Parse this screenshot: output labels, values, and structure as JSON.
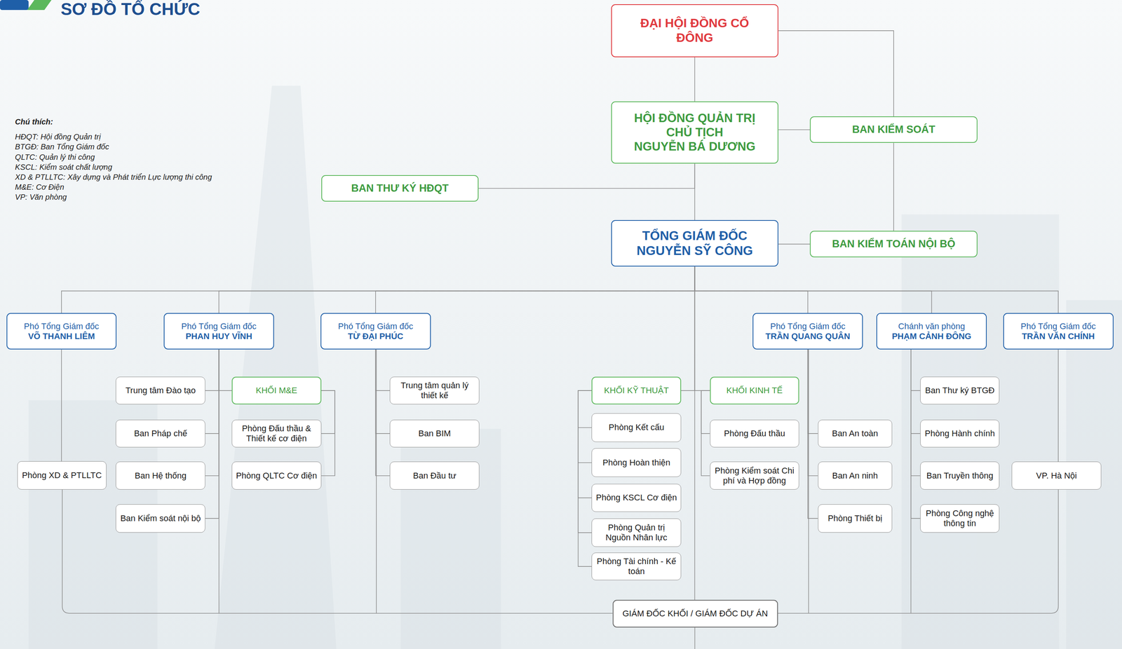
{
  "diagram": {
    "title": "SƠ ĐỒ TỔ CHỨC",
    "nodes": [
      {
        "text": [
          "ĐẠI HỘI ĐỒNG CỔ ĐÔNG"
        ]
      },
      {
        "text": [
          "HỘI ĐỒNG QUẢN TRỊ",
          "CHỦ TỊCH",
          "NGUYỄN BÁ DƯƠNG"
        ]
      },
      {
        "text": [
          "BAN KIỂM SOÁT"
        ]
      },
      {
        "text": [
          "BAN THƯ KÝ HĐQT"
        ]
      },
      {
        "text": [
          "TỔNG GIÁM ĐỐC",
          "NGUYỄN SỸ CÔNG"
        ]
      },
      {
        "text": [
          "BAN KIỂM TOÁN NỘI BỘ"
        ]
      },
      {
        "text": [
          "Phó Tổng Giám đốc",
          "VÕ THANH LIÊM"
        ]
      },
      {
        "text": [
          "Phó Tổng Giám đốc",
          "PHAN HUY VĨNH"
        ]
      },
      {
        "text": [
          "Phó Tổng Giám đốc",
          "TỪ ĐẠI PHÚC"
        ]
      },
      {
        "text": [
          "Phó Tổng Giám đốc",
          "TRẦN QUANG QUÂN"
        ]
      },
      {
        "text": [
          "Chánh văn phòng",
          "PHẠM CẢNH ĐÔNG"
        ]
      },
      {
        "text": [
          "Phó Tổng Giám đốc",
          "TRẦN VĂN CHÍNH"
        ]
      },
      {
        "text": [
          "Phòng XD & PTLLTC"
        ]
      },
      {
        "text": [
          "Trung tâm Đào tạo"
        ]
      },
      {
        "text": [
          "Ban Pháp chế"
        ]
      },
      {
        "text": [
          "Ban Hệ thống"
        ]
      },
      {
        "text": [
          "Ban Kiểm soát nội bộ"
        ]
      },
      {
        "text": [
          "KHỐI M&E"
        ]
      },
      {
        "text": [
          "Phòng Đấu thầu & Thiết kế cơ điện"
        ]
      },
      {
        "text": [
          "Phòng QLTC Cơ điện"
        ]
      },
      {
        "text": [
          "Trung tâm quản lý thiết kế"
        ]
      },
      {
        "text": [
          "Ban BIM"
        ]
      },
      {
        "text": [
          "Ban Đầu tư"
        ]
      },
      {
        "text": [
          "KHỐI KỸ THUẬT"
        ]
      },
      {
        "text": [
          "Phòng Kết cấu"
        ]
      },
      {
        "text": [
          "Phòng Hoàn thiện"
        ]
      },
      {
        "text": [
          "Phòng KSCL Cơ điện"
        ]
      },
      {
        "text": [
          "Phòng Quản trị Nguồn Nhân lực"
        ]
      },
      {
        "text": [
          "Phòng Tài chính - Kế toán"
        ]
      },
      {
        "text": [
          "KHỐI KINH TẾ"
        ]
      },
      {
        "text": [
          "Phòng Đấu thầu"
        ]
      },
      {
        "text": [
          "Phòng Kiểm soát Chi phí và Hợp đồng"
        ]
      },
      {
        "text": [
          "Ban An toàn"
        ]
      },
      {
        "text": [
          "Ban An ninh"
        ]
      },
      {
        "text": [
          "Phòng Thiết bị"
        ]
      },
      {
        "text": [
          "Ban Thư ký BTGĐ"
        ]
      },
      {
        "text": [
          "Phòng Hành chính"
        ]
      },
      {
        "text": [
          "Ban Truyền thông"
        ]
      },
      {
        "text": [
          "Phòng Công nghệ thông tin"
        ]
      },
      {
        "text": [
          "VP. Hà Nội"
        ]
      },
      {
        "text": [
          "GIÁM ĐỐC KHỐI / GIÁM ĐỐC DỰ ÁN"
        ]
      }
    ],
    "edges": [
      {
        "from": 0,
        "to": 1,
        "arrow": "none"
      },
      {
        "from": 0,
        "to": 2,
        "arrow": "none"
      },
      {
        "from": 1,
        "to": 2,
        "arrow": "none"
      },
      {
        "from": 1,
        "to": 3,
        "arrow": "none"
      },
      {
        "from": 1,
        "to": 4,
        "arrow": "none"
      },
      {
        "from": 2,
        "to": 5,
        "arrow": "none"
      },
      {
        "from": 4,
        "to": 5,
        "arrow": "none"
      },
      {
        "from": 4,
        "to": 6,
        "arrow": "none"
      },
      {
        "from": 4,
        "to": 7,
        "arrow": "none"
      },
      {
        "from": 4,
        "to": 8,
        "arrow": "none"
      },
      {
        "from": 4,
        "to": 9,
        "arrow": "none"
      },
      {
        "from": 4,
        "to": 10,
        "arrow": "none"
      },
      {
        "from": 4,
        "to": 11,
        "arrow": "none"
      },
      {
        "from": 6,
        "to": 12,
        "arrow": "none"
      },
      {
        "from": 7,
        "to": 13,
        "arrow": "none"
      },
      {
        "from": 7,
        "to": 14,
        "arrow": "none"
      },
      {
        "from": 7,
        "to": 15,
        "arrow": "none"
      },
      {
        "from": 7,
        "to": 16,
        "arrow": "none"
      },
      {
        "from": 7,
        "to": 17,
        "arrow": "none"
      },
      {
        "from": 17,
        "to": 18,
        "arrow": "none"
      },
      {
        "from": 17,
        "to": 19,
        "arrow": "none"
      },
      {
        "from": 8,
        "to": 20,
        "arrow": "none"
      },
      {
        "from": 8,
        "to": 21,
        "arrow": "none"
      },
      {
        "from": 8,
        "to": 22,
        "arrow": "none"
      },
      {
        "from": 4,
        "to": 23,
        "arrow": "none"
      },
      {
        "from": 23,
        "to": 24,
        "arrow": "none"
      },
      {
        "from": 23,
        "to": 25,
        "arrow": "none"
      },
      {
        "from": 23,
        "to": 26,
        "arrow": "none"
      },
      {
        "from": 23,
        "to": 27,
        "arrow": "none"
      },
      {
        "from": 23,
        "to": 28,
        "arrow": "none"
      },
      {
        "from": 4,
        "to": 29,
        "arrow": "none"
      },
      {
        "from": 29,
        "to": 30,
        "arrow": "none"
      },
      {
        "from": 29,
        "to": 31,
        "arrow": "none"
      },
      {
        "from": 9,
        "to": 32,
        "arrow": "none"
      },
      {
        "from": 9,
        "to": 33,
        "arrow": "none"
      },
      {
        "from": 9,
        "to": 34,
        "arrow": "none"
      },
      {
        "from": 10,
        "to": 35,
        "arrow": "none"
      },
      {
        "from": 10,
        "to": 36,
        "arrow": "none"
      },
      {
        "from": 10,
        "to": 37,
        "arrow": "none"
      },
      {
        "from": 10,
        "to": 38,
        "arrow": "none"
      },
      {
        "from": 11,
        "to": 39,
        "arrow": "none"
      },
      {
        "from": 4,
        "to": 40,
        "arrow": "none"
      }
    ],
    "labels": [
      "Chú thích:",
      "HĐQT: Hội đồng Quản trị",
      "BTGĐ: Ban Tổng Giám đốc",
      "QLTC: Quản lý thi công",
      "KSCL: Kiểm soát chất lượng",
      "XD & PTLLTC: Xây dựng và Phát triển Lực lượng thi công",
      "M&E: Cơ Điện",
      "VP: Văn phòng"
    ]
  }
}
